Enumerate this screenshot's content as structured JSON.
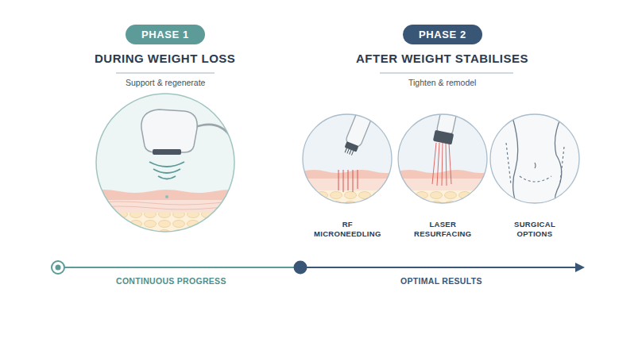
{
  "diagram": {
    "nodes": [
      {
        "text": [
          "PHASE 1"
        ]
      },
      {
        "text": [
          "PHASE 2"
        ]
      }
    ],
    "labels": [
      "DURING WEIGHT LOSS",
      "Support & regenerate",
      "AFTER WEIGHT STABILISES",
      "Tighten & remodel",
      "RF MICRONEEDLING",
      "LASER RESURFACING",
      "SURGICAL OPTIONS",
      "CONTINUOUS PROGRESS",
      "OPTIMAL RESULTS"
    ]
  }
}
